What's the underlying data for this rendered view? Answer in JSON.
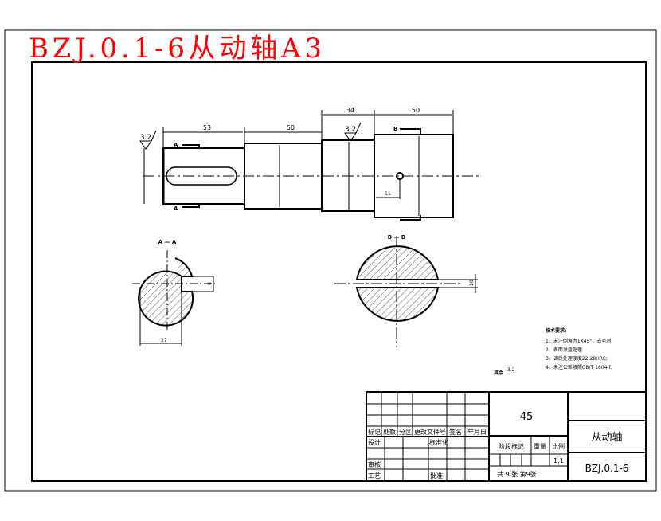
{
  "title": "BZJ.0.1-6从动轴A3",
  "title_color": "#ff0000",
  "dimensions": {
    "d1": "53",
    "d2": "50",
    "d3": "34",
    "d4": "50",
    "rough1": "3.2",
    "rough2": "3.2",
    "hole_pos": "11",
    "a_width": "27",
    "a_key": "8",
    "b_slot": "10"
  },
  "sections": {
    "a": "A — A",
    "b": "B — B",
    "cut_a": "A",
    "cut_b": "B"
  },
  "notes": {
    "heading": "技术要求:",
    "lines": [
      "1、未注倒角为1X45°，去毛刺",
      "2、表面发蓝处理",
      "3、调质处理硬度22-28HRC;",
      "4、未注公差按照GB/T 1804-f."
    ],
    "rest_label": "其余",
    "rest_value": "3.2"
  },
  "title_block": {
    "material": "45",
    "part_name": "从动轴",
    "drawing_no": "BZJ.0.1-6",
    "scale": "1:1",
    "sheet": "共 9 张  第9张",
    "headers": [
      "标记",
      "处数",
      "分区",
      "更改文件号",
      "签名",
      "年月日"
    ],
    "design": "设计",
    "standard": "标准化",
    "review": "审核",
    "process": "工艺",
    "approve": "批准",
    "stage": "阶段标记",
    "weight": "重量",
    "scale_label": "比例"
  }
}
